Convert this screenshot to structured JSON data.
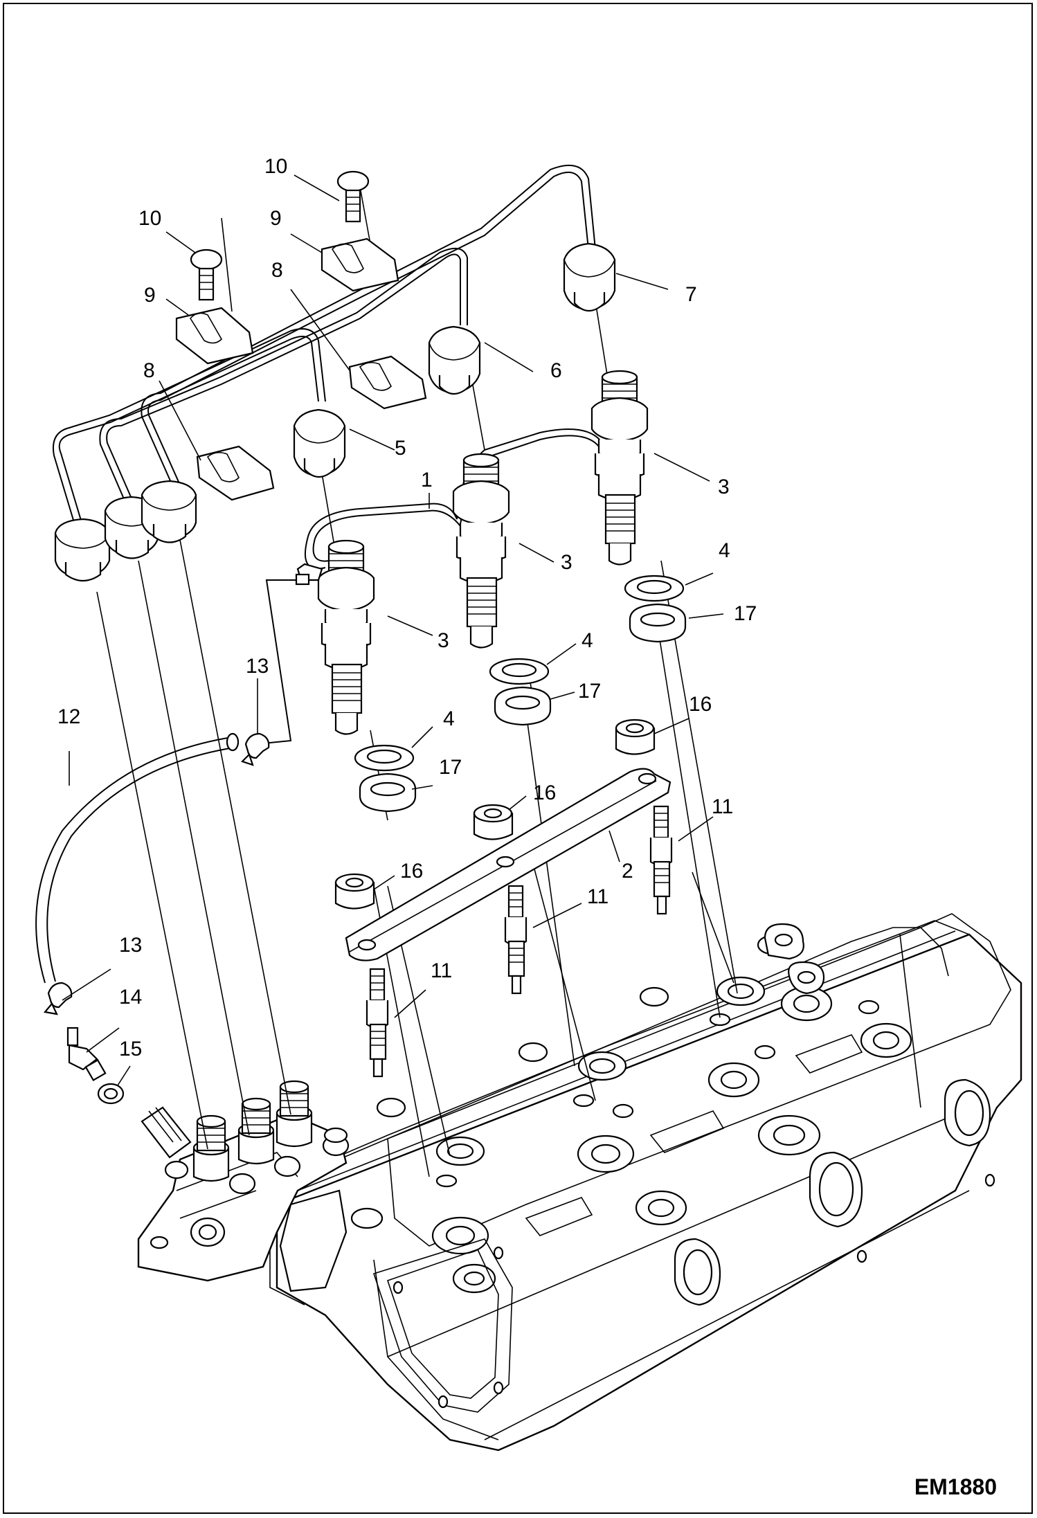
{
  "drawing_code": "EM1880",
  "callouts": [
    {
      "id": "c1",
      "label": "1"
    },
    {
      "id": "c2",
      "label": "2"
    },
    {
      "id": "c3a",
      "label": "3"
    },
    {
      "id": "c3b",
      "label": "3"
    },
    {
      "id": "c3c",
      "label": "3"
    },
    {
      "id": "c4a",
      "label": "4"
    },
    {
      "id": "c4b",
      "label": "4"
    },
    {
      "id": "c4c",
      "label": "4"
    },
    {
      "id": "c5",
      "label": "5"
    },
    {
      "id": "c6",
      "label": "6"
    },
    {
      "id": "c7",
      "label": "7"
    },
    {
      "id": "c8a",
      "label": "8"
    },
    {
      "id": "c8b",
      "label": "8"
    },
    {
      "id": "c9a",
      "label": "9"
    },
    {
      "id": "c9b",
      "label": "9"
    },
    {
      "id": "c10a",
      "label": "10"
    },
    {
      "id": "c10b",
      "label": "10"
    },
    {
      "id": "c11a",
      "label": "11"
    },
    {
      "id": "c11b",
      "label": "11"
    },
    {
      "id": "c11c",
      "label": "11"
    },
    {
      "id": "c12",
      "label": "12"
    },
    {
      "id": "c13a",
      "label": "13"
    },
    {
      "id": "c13b",
      "label": "13"
    },
    {
      "id": "c14",
      "label": "14"
    },
    {
      "id": "c15",
      "label": "15"
    },
    {
      "id": "c16a",
      "label": "16"
    },
    {
      "id": "c16b",
      "label": "16"
    },
    {
      "id": "c16c",
      "label": "16"
    },
    {
      "id": "c17a",
      "label": "17"
    },
    {
      "id": "c17b",
      "label": "17"
    },
    {
      "id": "c17c",
      "label": "17"
    }
  ]
}
